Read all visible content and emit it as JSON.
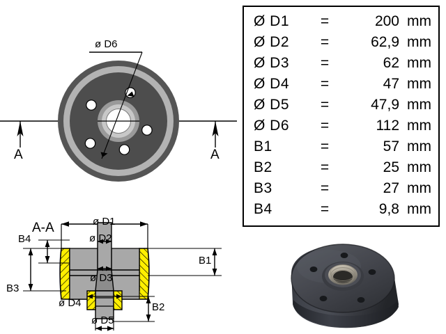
{
  "spec_table": {
    "rows": [
      {
        "symbol": "Ø D1",
        "eq": "=",
        "value": "200",
        "unit": "mm"
      },
      {
        "symbol": "Ø D2",
        "eq": "=",
        "value": "62,9",
        "unit": "mm"
      },
      {
        "symbol": "Ø D3",
        "eq": "=",
        "value": "62",
        "unit": "mm"
      },
      {
        "symbol": "Ø D4",
        "eq": "=",
        "value": "47",
        "unit": "mm"
      },
      {
        "symbol": "Ø D5",
        "eq": "=",
        "value": "47,9",
        "unit": "mm"
      },
      {
        "symbol": "Ø D6",
        "eq": "=",
        "value": "112",
        "unit": "mm"
      },
      {
        "symbol": "B1",
        "eq": "=",
        "value": "57",
        "unit": "mm"
      },
      {
        "symbol": "B2",
        "eq": "=",
        "value": "25",
        "unit": "mm"
      },
      {
        "symbol": "B3",
        "eq": "=",
        "value": "27",
        "unit": "mm"
      },
      {
        "symbol": "B4",
        "eq": "=",
        "value": "9,8",
        "unit": "mm"
      }
    ]
  },
  "front_view": {
    "bolt_circle_label": "ø D6",
    "section_letter_left": "A",
    "section_letter_right": "A",
    "bolt_hole_count": 5,
    "colors": {
      "outer_rim": "#555555",
      "mid_ring": "#b3b3b3",
      "face": "#4d4d4d",
      "hub_ring": "#9a9a9a",
      "hub_ring_inner": "#c8c8c8",
      "bore": "#ffffff"
    }
  },
  "section_view": {
    "title": "A-A",
    "labels": {
      "d1": "ø D1",
      "d2": "ø D2",
      "d3": "ø D3",
      "d4": "ø D4",
      "d5": "ø D5",
      "b1": "B1",
      "b2": "B2",
      "b3": "B3",
      "b4": "B4"
    },
    "colors": {
      "hatch": "#ffef00",
      "hatch_line": "#000000",
      "bore_fill": "#a8a8a8",
      "bore_fill_dark": "#8c8c8c"
    }
  },
  "photo": {
    "subject": "brake-drum",
    "colors": {
      "body": "#3a3c42",
      "body_light": "#575a61",
      "body_dark": "#24262a",
      "face": "#44464c",
      "hub_bore": "#b9b3a6",
      "background": "#ffffff"
    }
  }
}
